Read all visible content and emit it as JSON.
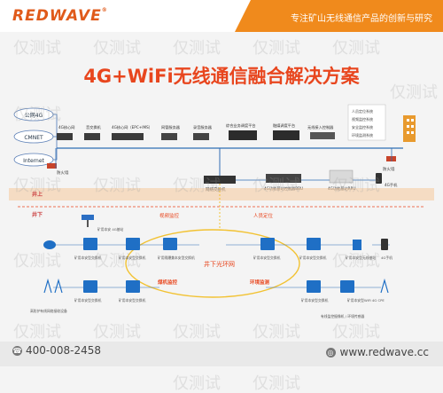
{
  "header": {
    "logo": "REDWAVE",
    "logo_mark": "®",
    "slogan": "专注矿山无线通信产品的创新与研究"
  },
  "title": "4G+WiFi无线通信融合解决方案",
  "watermark": "仅测试",
  "networks": {
    "public": "公网4G",
    "cmnet": "CMNET",
    "internet": "Internet",
    "firewall": "防火墙"
  },
  "servers": [
    "4G核心网",
    "音交换机",
    "4G核心网（EPC+IMS）",
    "网管服务器",
    "录音服务器",
    "综合业务调度平台",
    "融媒调度平台",
    "无线接入控制器"
  ],
  "systems": [
    "人员定位系统",
    "视频监控系统",
    "安全监控系统",
    "环境监测系统"
  ],
  "surface": {
    "label": "井上",
    "core_switch": "网络交换机",
    "bbu": "4G功能基站控制器BBU",
    "rru": "4G功能基站RRU",
    "handset": "4G手机"
  },
  "underground": {
    "label": "井下",
    "ring": "井下光环网",
    "zones": [
      "视频监控",
      "人员定位",
      "煤机监控",
      "环境监测"
    ],
    "notes": [
      "矿用本安 4G基站",
      "矿用本安型交换机",
      "矿用隔爆兼本安型交换机",
      "矿用本安型无线基站",
      "矿用本安型WiFi 4G CPE",
      "4G手机"
    ],
    "bottom_left": "高防护有线网络接收设备",
    "bottom_right": "有线监控摄像机 / 环境传感器"
  },
  "footer": {
    "phone": "400-008-2458",
    "website": "www.redwave.cc"
  },
  "colors": {
    "orange": "#f08a1c",
    "red": "#e8461e",
    "blue": "#1f6fc5"
  }
}
